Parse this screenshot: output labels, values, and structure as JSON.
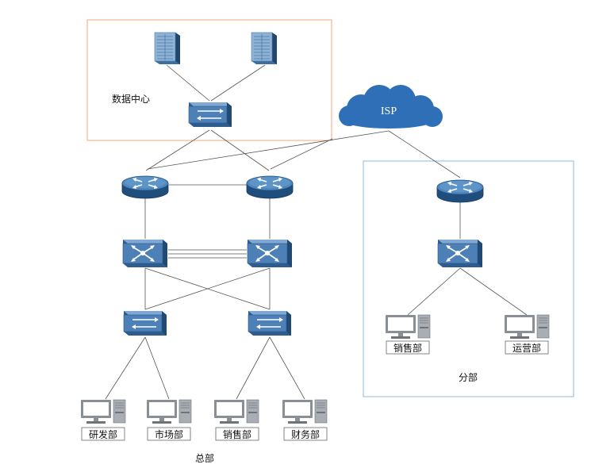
{
  "regions": {
    "datacenter_label": "数据中心",
    "hq_label": "总部",
    "branch_label": "分部"
  },
  "cloud_label": "ISP",
  "hq_departments": [
    "研发部",
    "市场部",
    "销售部",
    "财务部"
  ],
  "branch_departments": [
    "销售部",
    "运营部"
  ],
  "colors": {
    "datacenter_border": "#f0a878",
    "branch_border": "#8fb8d8",
    "link": "#555555",
    "cloud": "#2f6fb8",
    "device": "#3e6fa3"
  }
}
